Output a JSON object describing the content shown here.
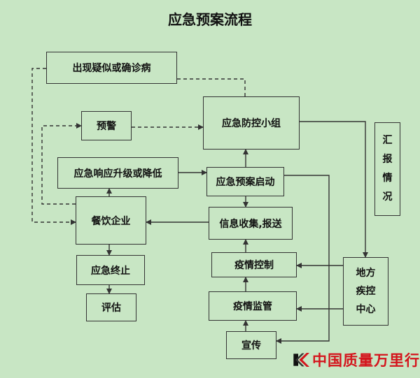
{
  "title": "应急预案流程",
  "nodes": {
    "suspected": "出现疑似或确诊病",
    "warning": "预警",
    "team": "应急防控小组",
    "upgrade": "应急响应升级或降低",
    "start": "应急预案启动",
    "catering": "餐饮企业",
    "info": "信息收集,报送",
    "stop": "应急终止",
    "control": "疫情控制",
    "assess": "评估",
    "monitor": "疫情监管",
    "publicity": "宣传",
    "cdc": [
      "地方",
      "疾控",
      "中心"
    ],
    "report": [
      "汇",
      "报",
      "情",
      "况"
    ]
  },
  "logo": {
    "text": "中国质量万里行",
    "icon": "k-logo-icon",
    "color": "#d4141c"
  },
  "colors": {
    "background": "#c8e6c4",
    "line": "#333333"
  }
}
